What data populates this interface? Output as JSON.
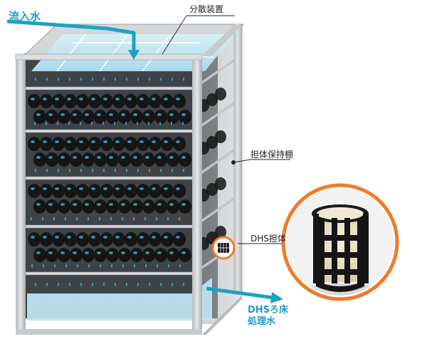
{
  "labels": {
    "inflow": "流入水",
    "distributor": "分散装置",
    "media_rack": "担体保持棚",
    "media": "DHS担体",
    "treated_line1": "DHSろ床",
    "treated_line2": "処理水"
  },
  "colors": {
    "frame": "#c9cbcd",
    "frame_dark": "#9ea1a4",
    "interior_back": "#3e4347",
    "water": "#bfe3ef",
    "water_drop": "#3aa6d2",
    "accent_blue": "#1e9bc9",
    "arrow_teal": "#1aa3c0",
    "media_black": "#151515",
    "callout_orange": "#f07b2a"
  },
  "icons": {
    "inflow_arrow": "arrow-right-down-icon",
    "outflow_arrow": "arrow-right-icon"
  }
}
